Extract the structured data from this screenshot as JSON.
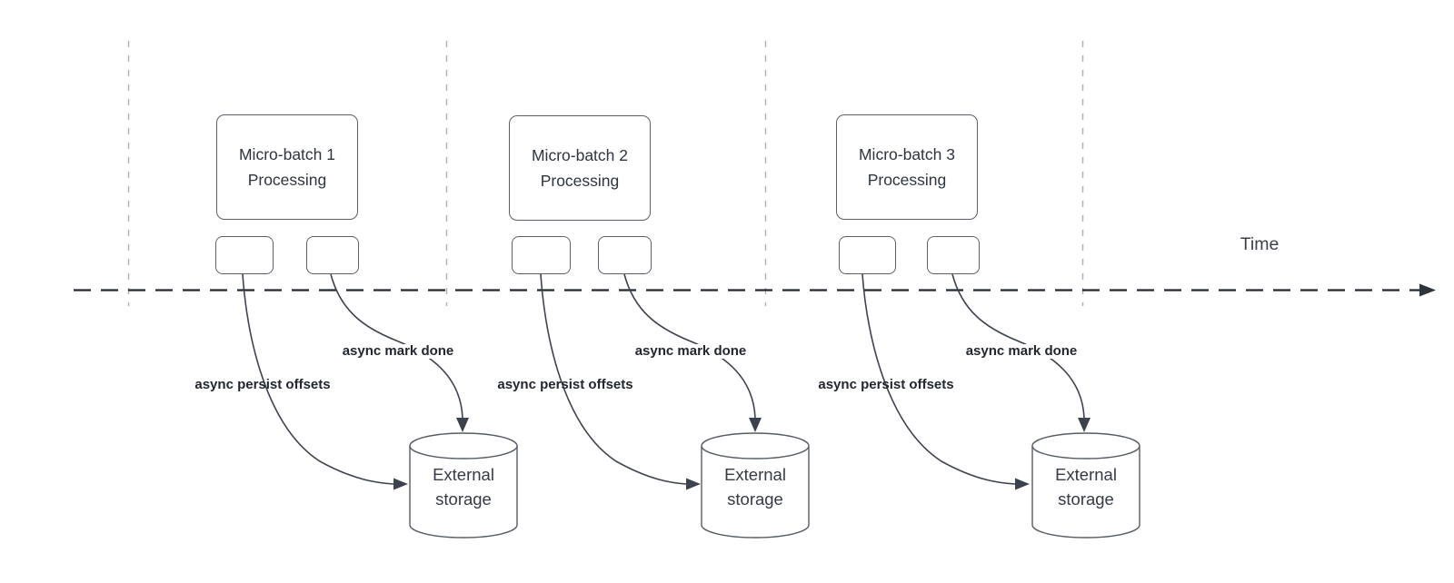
{
  "diagram": {
    "time_label": "Time",
    "batches": [
      {
        "title": "Micro-batch 1\nProcessing",
        "persist_label": "async persist offsets",
        "mark_label": "async mark done",
        "storage_label": "External\nstorage"
      },
      {
        "title": "Micro-batch 2\nProcessing",
        "persist_label": "async persist offsets",
        "mark_label": "async mark done",
        "storage_label": "External\nstorage"
      },
      {
        "title": "Micro-batch 3\nProcessing",
        "persist_label": "async persist offsets",
        "mark_label": "async mark done",
        "storage_label": "External\nstorage"
      }
    ],
    "colors": {
      "arrow_stroke": "#3d434e",
      "timeline_stroke": "#23272e",
      "shape_border": "#596069",
      "lane_divider": "#b3b3b3",
      "text": "#2f3640"
    }
  }
}
